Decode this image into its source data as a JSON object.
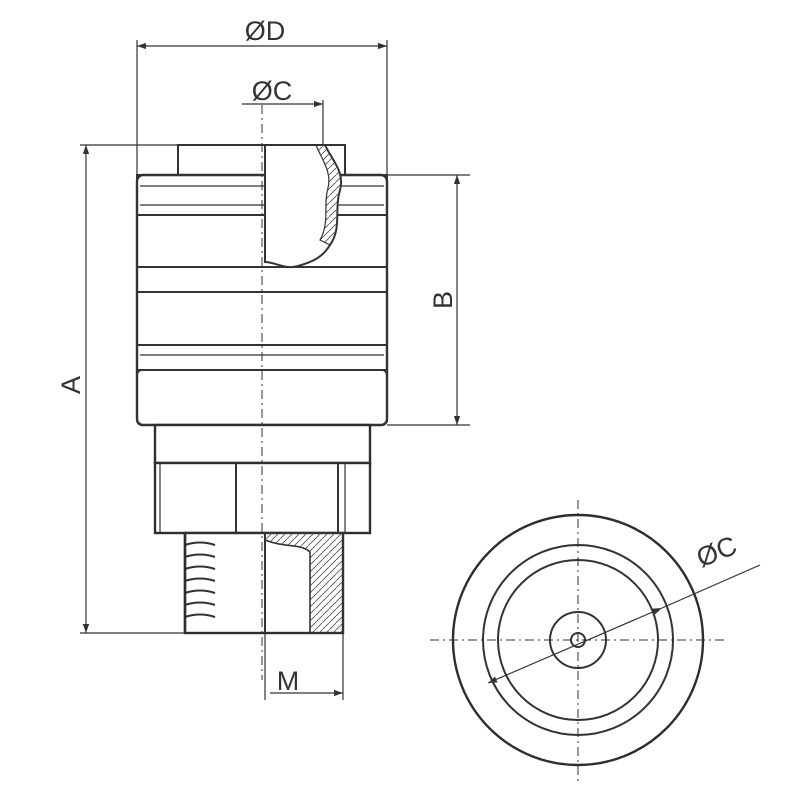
{
  "dimensions": {
    "overall_diameter": "ØD",
    "inner_diameter_side": "ØC",
    "overall_length": "A",
    "sleeve_length": "B",
    "thread": "M",
    "inner_diameter_end": "ØC"
  },
  "colors": {
    "line": "#333333",
    "background": "#ffffff"
  }
}
